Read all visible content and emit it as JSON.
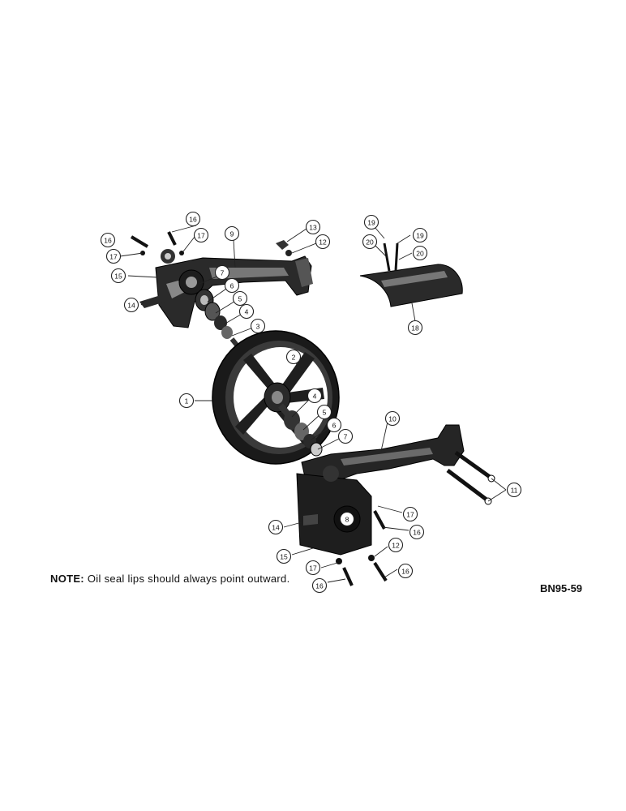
{
  "note": {
    "label": "NOTE:",
    "text": "Oil seal lips should always point outward."
  },
  "figure_code": "BN95-59",
  "callouts": [
    {
      "id": "c16a",
      "label": "16"
    },
    {
      "id": "c16b",
      "label": "16"
    },
    {
      "id": "c17a",
      "label": "17"
    },
    {
      "id": "c17b",
      "label": "17"
    },
    {
      "id": "c9",
      "label": "9"
    },
    {
      "id": "c13",
      "label": "13"
    },
    {
      "id": "c12a",
      "label": "12"
    },
    {
      "id": "c15a",
      "label": "15"
    },
    {
      "id": "c7a",
      "label": "7"
    },
    {
      "id": "c6a",
      "label": "6"
    },
    {
      "id": "c14a",
      "label": "14"
    },
    {
      "id": "c5a",
      "label": "5"
    },
    {
      "id": "c4a",
      "label": "4"
    },
    {
      "id": "c3",
      "label": "3"
    },
    {
      "id": "c2",
      "label": "2"
    },
    {
      "id": "c1",
      "label": "1"
    },
    {
      "id": "c4b",
      "label": "4"
    },
    {
      "id": "c5b",
      "label": "5"
    },
    {
      "id": "c6b",
      "label": "6"
    },
    {
      "id": "c7b",
      "label": "7"
    },
    {
      "id": "c10",
      "label": "10"
    },
    {
      "id": "c11",
      "label": "11"
    },
    {
      "id": "c17c",
      "label": "17"
    },
    {
      "id": "c16c",
      "label": "16"
    },
    {
      "id": "c14b",
      "label": "14"
    },
    {
      "id": "c8",
      "label": "8"
    },
    {
      "id": "c12b",
      "label": "12"
    },
    {
      "id": "c15b",
      "label": "15"
    },
    {
      "id": "c17d",
      "label": "17"
    },
    {
      "id": "c16d",
      "label": "16"
    },
    {
      "id": "c16e",
      "label": "16"
    },
    {
      "id": "c19a",
      "label": "19"
    },
    {
      "id": "c19b",
      "label": "19"
    },
    {
      "id": "c20a",
      "label": "20"
    },
    {
      "id": "c20b",
      "label": "20"
    },
    {
      "id": "c18",
      "label": "18"
    }
  ]
}
